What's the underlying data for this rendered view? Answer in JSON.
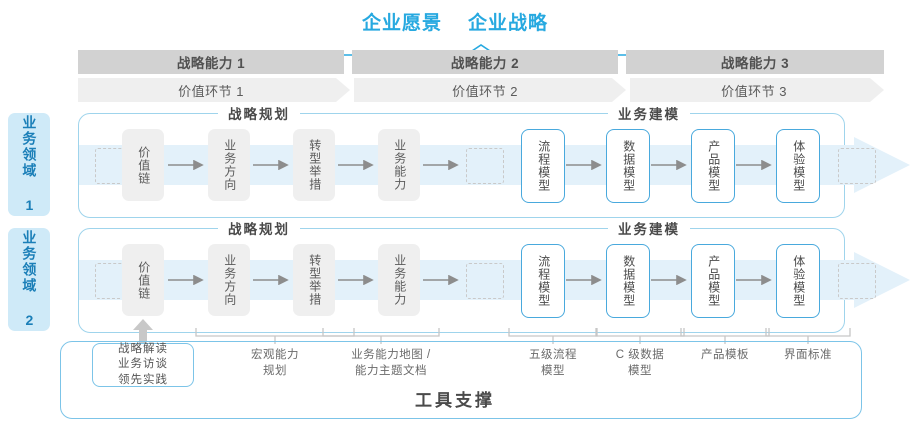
{
  "vision": {
    "items": [
      "企业愿景",
      "企业战略"
    ],
    "color": "#27a9e0"
  },
  "capabilities": [
    {
      "label": "战略能力 1"
    },
    {
      "label": "战略能力 2"
    },
    {
      "label": "战略能力 3"
    }
  ],
  "value_chain": [
    {
      "label": "价值环节 1"
    },
    {
      "label": "价值环节 2"
    },
    {
      "label": "价值环节 3"
    }
  ],
  "domains": [
    {
      "label": "业务领域 1"
    },
    {
      "label": "业务领域 2"
    }
  ],
  "groups": [
    {
      "title": "战略规划"
    },
    {
      "title": "业务建模"
    }
  ],
  "nodes": {
    "planning": [
      "价值链",
      "业务方向",
      "转型举措",
      "业务能力"
    ],
    "modeling": [
      "流程模型",
      "数据模型",
      "产品模型",
      "体验模型"
    ]
  },
  "tools": {
    "left_box": "战略解读\n业务访谈\n领先实践",
    "left_box_lines": [
      "战略解读",
      "业务访谈",
      "领先实践"
    ],
    "labels": [
      {
        "lines": [
          "宏观能力",
          "规划"
        ]
      },
      {
        "lines": [
          "业务能力地图 /",
          "能力主题文档"
        ]
      },
      {
        "lines": [
          "五级流程",
          "模型"
        ]
      },
      {
        "lines": [
          "C 级数据",
          "模型"
        ]
      },
      {
        "lines": [
          "产品模板"
        ]
      },
      {
        "lines": [
          "界面标准"
        ]
      }
    ],
    "support_title": "工具支撑"
  },
  "colors": {
    "accent": "#27a9e0",
    "band": "#f1f8fc",
    "grey_header": "#d2d2d2",
    "grey_sub": "#efefef",
    "node_grey": "#efefef",
    "node_blue_border": "#49a9dd",
    "domain_bg": "#cfeaf8"
  }
}
